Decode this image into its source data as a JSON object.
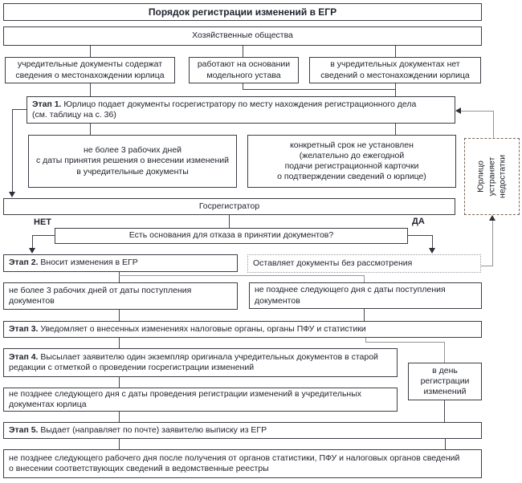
{
  "title": "Порядок регистрации изменений в ЕГР",
  "colors": {
    "box_border": "#3c3c46",
    "connector": "#45454e",
    "connector_gray": "#949494",
    "text": "#20242e"
  },
  "nodes": {
    "hoz": "Хозяйственные общества",
    "docs_contain": "учредительные документы содержат\nсведения о местонахождении юрлица",
    "model_charter": "работают на основании\nмодельного устава",
    "docs_missing": "в учредительных документах нет\nсведений о местонахождении юрлица",
    "stage1_label": "Этап 1.",
    "stage1_text": " Юрлицо подает документы госрегистратору по месту нахождения регистрационного дела\n(см. таблицу на с. 36)",
    "term_3days_decision": "не более 3 рабочих дней\nс даты принятия решения о внесении изменений\nв учредительные документы",
    "term_not_set": "конкретный срок не установлен\n(желательно до ежегодной\nподачи регистрационной карточки\nо подтверждении сведений о юрлице)",
    "fix_defects": "Юрлицо\nустраняет\nнедостатки",
    "registrar": "Госрегистратор",
    "decision": "Есть основания для отказа в принятии документов?",
    "no": "НЕТ",
    "yes": "ДА",
    "stage2_label": "Этап 2.",
    "stage2_text": " Вносит изменения в ЕГР",
    "leave_without": "Оставляет документы без рассмотрения",
    "term_3days_receipt": "не более 3 рабочих дней от даты поступления\nдокументов",
    "term_next_day_receipt": "не позднее следующего дня с даты поступления\nдокументов",
    "stage3_label": "Этап 3.",
    "stage3_text": " Уведомляет о внесенных изменениях налоговые органы, органы ПФУ и статистики",
    "stage4_label": "Этап 4.",
    "stage4_text": " Высылает заявителю один экземпляр оригинала учредительных документов в старой\nредакции с отметкой о проведении госрегистрации изменений",
    "day_of_registration": "в день\nрегистрации\nизменений",
    "term_next_day_changes": "не позднее следующего дня с даты проведения регистрации изменений в учредительных\nдокументах юрлица",
    "stage5_label": "Этап 5.",
    "stage5_text": " Выдает (направляет по почте) заявителю выписку из ЕГР",
    "term_next_workday": "не позднее следующего рабочего дня после получения от органов статистики, ПФУ и налоговых органов сведений\nо внесении соответствующих сведений в ведомственные реестры"
  }
}
